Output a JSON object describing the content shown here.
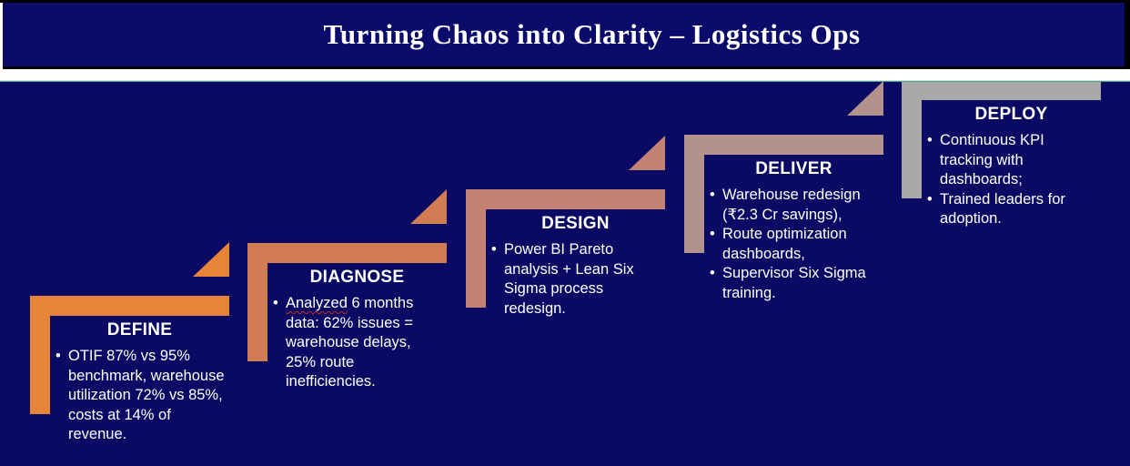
{
  "slide": {
    "title": "Turning Chaos into Clarity – Logistics Ops",
    "bullet_glyph": "•"
  },
  "colors": {
    "canvas_navy": "#0A0A64",
    "title_band_navy": "#0B0B6B",
    "band_border_black": "#000000",
    "margin_white": "#FFFFFF",
    "accent_line_green": "#4FA284",
    "text_white": "#FFFFFF",
    "spellcheck_red": "#C8281E"
  },
  "steps": [
    {
      "name": "DEFINE",
      "color": "#E8833A",
      "bullets": [
        {
          "segments": [
            {
              "text": "OTIF 87% vs 95% benchmark, warehouse utilization 72% vs 85%, costs at 14% of revenue."
            }
          ]
        }
      ]
    },
    {
      "name": "DIAGNOSE",
      "color": "#D17C52",
      "bullets": [
        {
          "segments": [
            {
              "text": "Analyzed",
              "misspelled": true
            },
            {
              "text": " 6 months data: 62% issues = warehouse delays, 25% route inefficiencies."
            }
          ]
        }
      ]
    },
    {
      "name": "DESIGN",
      "color": "#C18272",
      "bullets": [
        {
          "segments": [
            {
              "text": "Power BI Pareto analysis + Lean Six Sigma process redesign."
            }
          ]
        }
      ]
    },
    {
      "name": "DELIVER",
      "color": "#B2928A",
      "bullets": [
        {
          "segments": [
            {
              "text": "Warehouse redesign (₹2.3 Cr savings),"
            }
          ]
        },
        {
          "segments": [
            {
              "text": "Route optimization dashboards,"
            }
          ]
        },
        {
          "segments": [
            {
              "text": "Supervisor Six Sigma training."
            }
          ]
        }
      ]
    },
    {
      "name": "DEPLOY",
      "color": "#A9A9A7",
      "bullets": [
        {
          "segments": [
            {
              "text": "Continuous KPI tracking with dashboards;"
            }
          ]
        },
        {
          "segments": [
            {
              "text": "Trained leaders for adoption."
            }
          ]
        }
      ]
    }
  ]
}
